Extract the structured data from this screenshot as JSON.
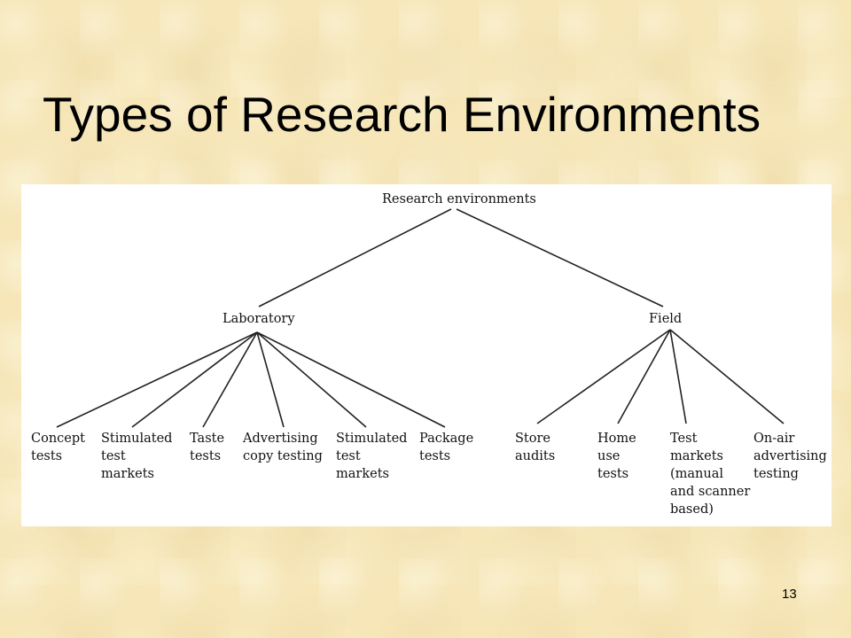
{
  "slide": {
    "title": "Types of Research Environments",
    "page_number": "13"
  },
  "diagram": {
    "root": "Research environments",
    "branches": [
      {
        "label": "Laboratory",
        "children": [
          "Concept\ntests",
          "Stimulated\ntest\nmarkets",
          "Taste\ntests",
          "Advertising\ncopy testing",
          "Stimulated\ntest\nmarkets",
          "Package\ntests"
        ]
      },
      {
        "label": "Field",
        "children": [
          "Store\naudits",
          "Home\nuse\ntests",
          "Test\nmarkets\n(manual\nand scanner\nbased)",
          "On-air\nadvertising\ntesting"
        ]
      }
    ]
  }
}
